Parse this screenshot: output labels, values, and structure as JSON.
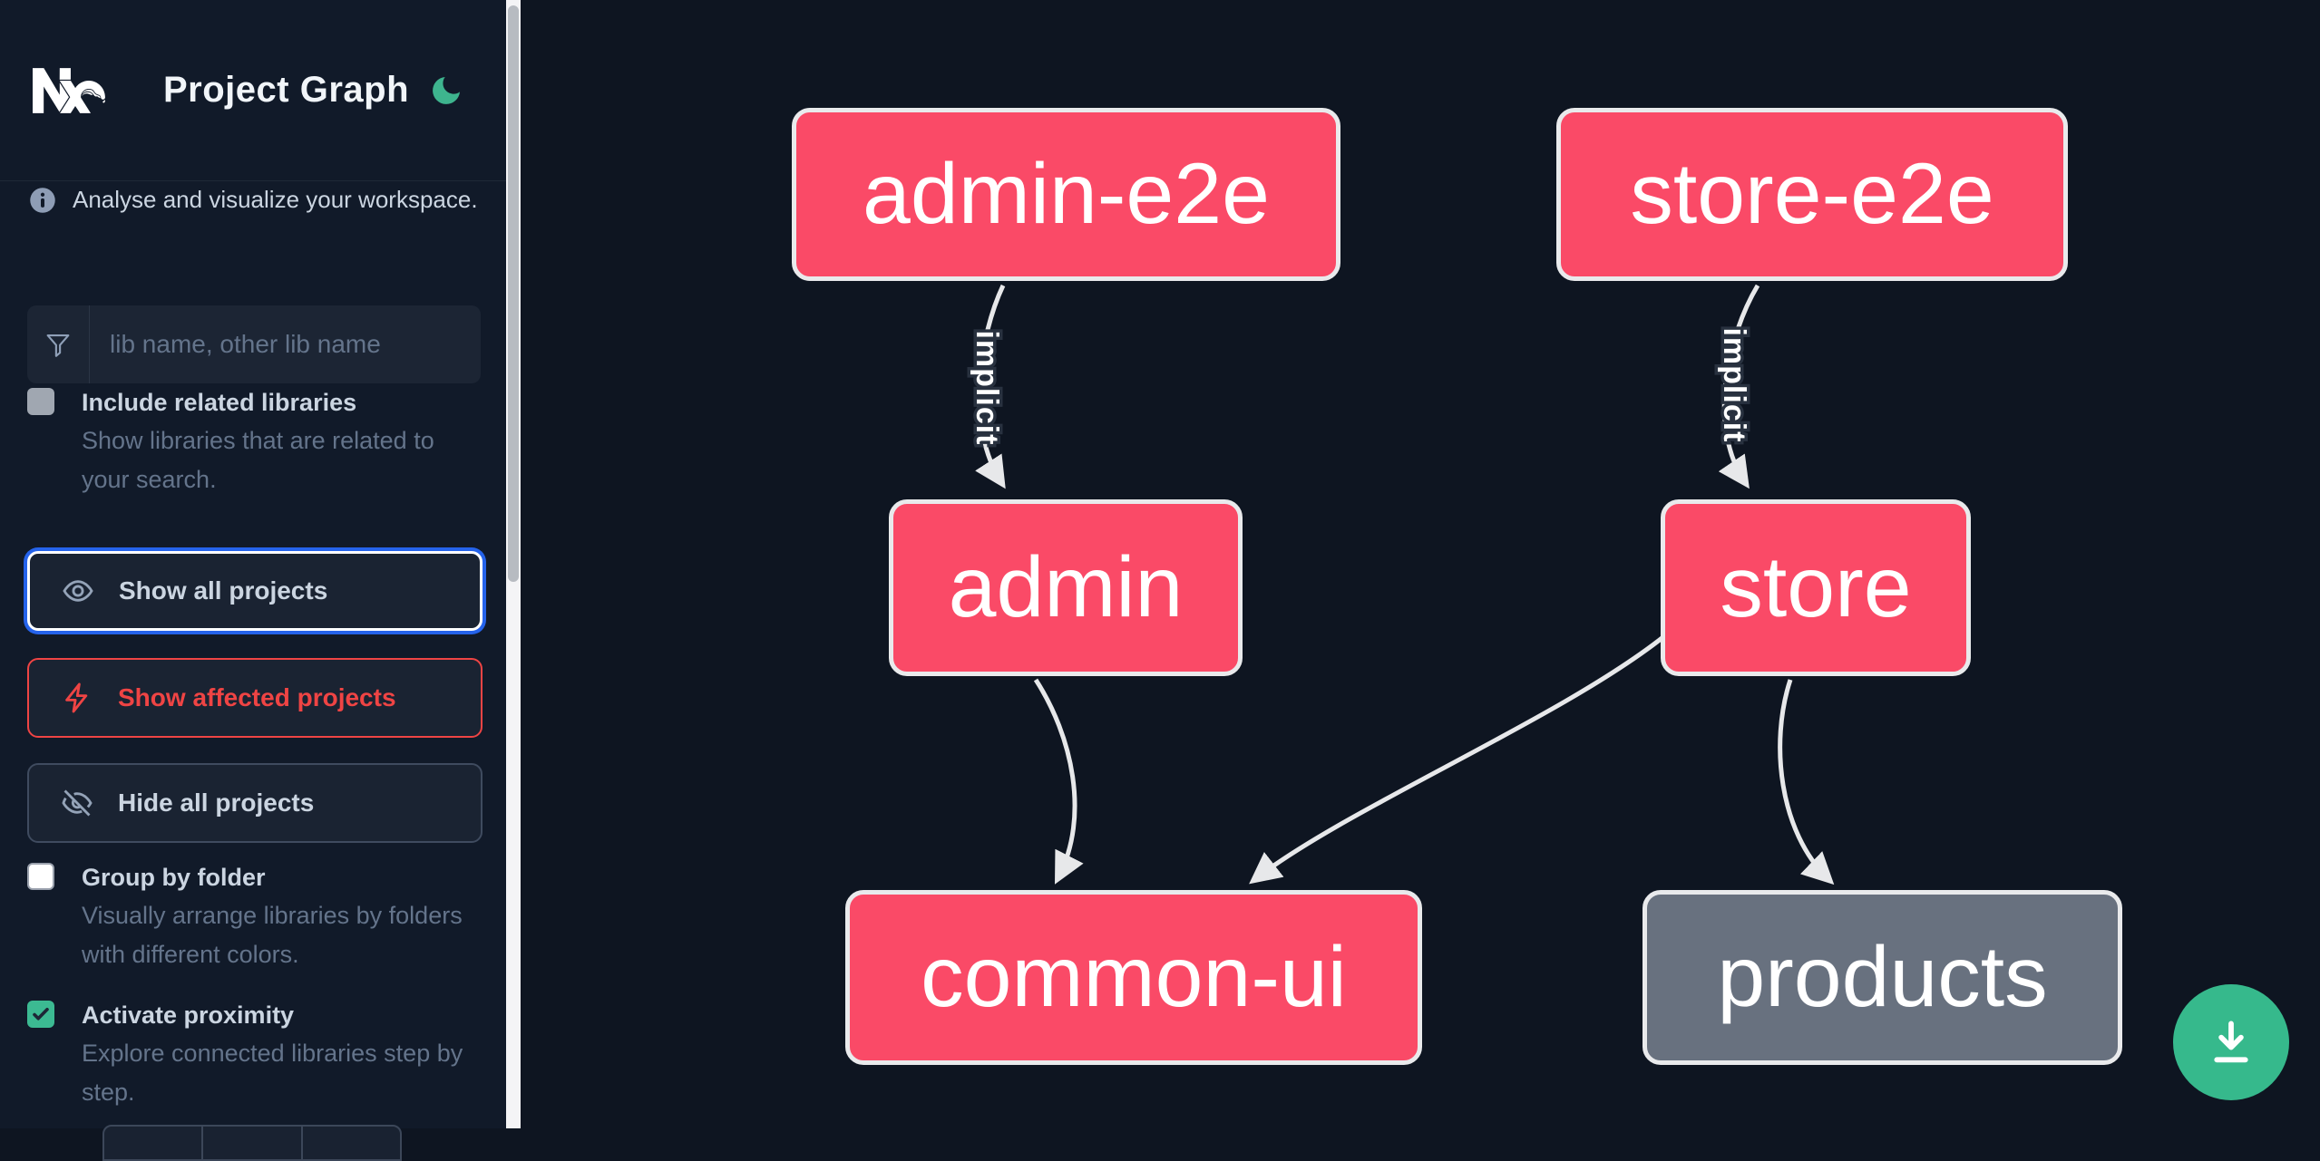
{
  "header": {
    "title": "Project Graph"
  },
  "sidebar": {
    "tagline": "Analyse and visualize your workspace.",
    "search": {
      "placeholder": "lib name, other lib name"
    },
    "options": [
      {
        "label": "Include related libraries",
        "description": "Show libraries that are related to your search.",
        "checked": false,
        "disabled": true
      },
      {
        "label": "Group by folder",
        "description": "Visually arrange libraries by folders with different colors.",
        "checked": false,
        "disabled": false
      },
      {
        "label": "Activate proximity",
        "description": "Explore connected libraries step by step.",
        "checked": true,
        "disabled": false
      }
    ],
    "actions": [
      {
        "label": "Show all projects",
        "icon": "eye",
        "focused": true
      },
      {
        "label": "Show affected projects",
        "icon": "lightning-bolt",
        "variant": "affected"
      },
      {
        "label": "Hide all projects",
        "icon": "eye-off",
        "variant": "default"
      }
    ]
  },
  "graph": {
    "nodes": [
      {
        "label": "admin-e2e",
        "status": "affected"
      },
      {
        "label": "store-e2e",
        "status": "affected"
      },
      {
        "label": "admin",
        "status": "affected"
      },
      {
        "label": "store",
        "status": "affected"
      },
      {
        "label": "common-ui",
        "status": "affected"
      },
      {
        "label": "products",
        "status": "unaffected"
      }
    ],
    "edges": [
      {
        "source": "admin-e2e",
        "target": "admin",
        "label": "implicit"
      },
      {
        "source": "store-e2e",
        "target": "store",
        "label": "implicit"
      },
      {
        "source": "admin",
        "target": "common-ui",
        "label": ""
      },
      {
        "source": "store",
        "target": "common-ui",
        "label": ""
      },
      {
        "source": "store",
        "target": "products",
        "label": ""
      }
    ]
  },
  "fab": {
    "icon": "download"
  },
  "colors": {
    "affected_node": "#fa4a67",
    "unaffected_node": "#68717f",
    "accent_green": "#36b98c",
    "focus_blue": "#2563eb",
    "danger_red": "#ef4444",
    "sidebar_bg": "#111a29",
    "canvas_bg": "#0e1521"
  }
}
